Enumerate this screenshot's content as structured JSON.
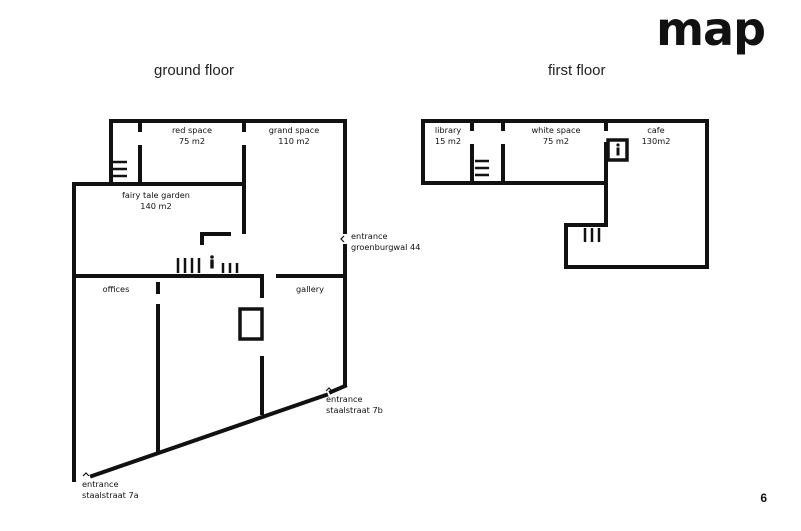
{
  "brand": "map",
  "ground_floor": {
    "title": "ground floor",
    "rooms": {
      "red_space": {
        "name": "red space",
        "area": "75 m2"
      },
      "grand_space": {
        "name": "grand space",
        "area": "110 m2"
      },
      "fairy_tale_garden": {
        "name": "fairy tale garden",
        "area": "140 m2"
      },
      "offices": {
        "name": "offices"
      },
      "gallery": {
        "name": "gallery"
      }
    },
    "entrances": {
      "groenburgwal": {
        "line1": "entrance",
        "line2": "groenburgwal 44"
      },
      "staalstraat_7b": {
        "line1": "entrance",
        "line2": "staalstraat 7b"
      },
      "staalstraat_7a": {
        "line1": "entrance",
        "line2": "staalstraat 7a"
      }
    }
  },
  "first_floor": {
    "title": "first floor",
    "rooms": {
      "library": {
        "name": "library",
        "area": "15 m2"
      },
      "white_space": {
        "name": "white space",
        "area": "75 m2"
      },
      "cafe": {
        "name": "cafe",
        "area": "130m2"
      }
    }
  },
  "icons": {
    "toilet": "toilet-icon",
    "stairs": "stairs-icon",
    "entrance_arrow": "entrance-arrow-icon"
  },
  "colors": {
    "lines": "#111111",
    "background": "#ffffff"
  },
  "page_number": "6"
}
